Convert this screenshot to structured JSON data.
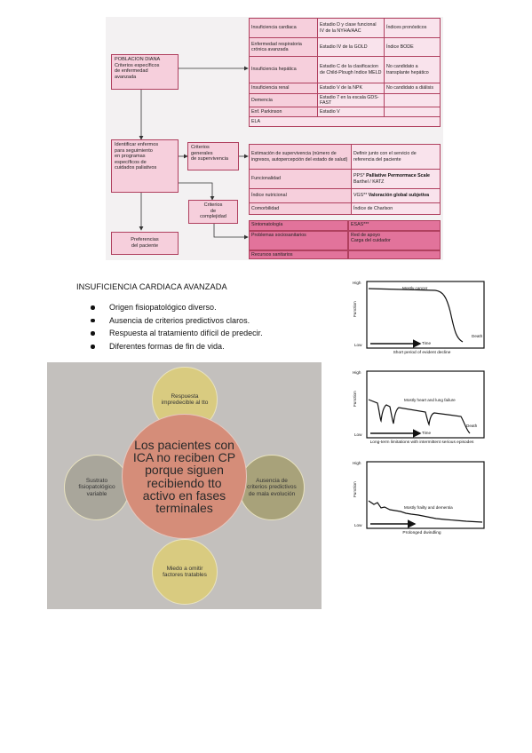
{
  "flowchart": {
    "poblacion": "POBLACION DIANA\nCriterios específicos\nde enfermedad\navanzada",
    "identificar": "Identificar enfermos\npara seguimiento\nen programas\nespecíficos de\ncuidados paliativos",
    "generales": "Criterios\ngenerales\nde supervivencia",
    "complejidad": "Criterios\nde\ncomplejidad",
    "preferencias": "Preferencias\ndel paciente",
    "disease_rows": [
      {
        "c1": "Insuficiencia cardiaca",
        "c2": "Estadio D y clase funcional IV de la NYHA/AAC",
        "c3": "Índices pronósticos"
      },
      {
        "c1": "Enfermedad respiratoria crónica avanzada",
        "c2": "Estadio IV de la GOLD",
        "c3": "Índice BODE"
      },
      {
        "c1": "Insuficiencia hepática",
        "c2": "Estadio C de la clasificacion de Child-Plough Indice MELD",
        "c3": "No candidato a transplante hepático"
      },
      {
        "c1": "Insuficiencia renal",
        "c2": "Estadio V de la NPK",
        "c3": "No candidato a diálisis"
      },
      {
        "c1": "Demencia",
        "c2": "Estadio 7 en la escala GDS-FAST",
        "c3": ""
      },
      {
        "c1": "Enf. Parkinson",
        "c2": "Estadio V",
        "c3": ""
      },
      {
        "c1": "ELA",
        "c2": "",
        "c3": ""
      }
    ],
    "survival_rows": [
      {
        "c1": "Estimación de supervivencia (número de ingresos, autopercepción del estado de salud)",
        "c2": "Definir junto con el servicio de referencia del paciente"
      },
      {
        "c1": "Funcionalidad",
        "c2": "PPS*",
        "c2b": "Palliative Permormace Scale",
        "c2c": "Barthel / KATZ"
      },
      {
        "c1": "Índice nutricional",
        "c2": "VGS**",
        "c2b": "Valoración global subjetiva"
      },
      {
        "c1": "Comorbilidad",
        "c2": "Índice de Charlson"
      }
    ],
    "complex_rows": [
      {
        "c1": "Sintomatología",
        "c2": "ESAS***"
      },
      {
        "c1": "Problemas sociosanitarios",
        "c2": "Red de apoyo\nCarga del cuidador"
      },
      {
        "c1": "Recursos sanitarios",
        "c2": ""
      }
    ]
  },
  "heading": "INSUFICIENCIA CARDIACA AVANZADA",
  "bullets": [
    "Origen fisiopatológico diverso.",
    "Ausencia de criterios predictivos claros.",
    "Respuesta al tratamiento difícil de predecir.",
    "Diferentes formas de fin de vida."
  ],
  "circles": {
    "center": "Los pacientes con ICA no reciben CP porque siguen recibiendo tto activo en fases terminales",
    "top": "Respuesta impredecible al tto",
    "right": "Ausencia de criterios predictivos de mala evolución",
    "bottom": "Miedo a omitir factores tratables",
    "left": "Sustrato fisiopatológico variable"
  },
  "trajectories": [
    {
      "label": "Mostly cancer",
      "caption": "Short period of evident decline",
      "high": "High",
      "low": "Low",
      "axis": "Function",
      "time": "Time",
      "death": "Death"
    },
    {
      "label": "Mostly heart and lung failure",
      "caption": "Long-term limitations with intermittent serious episodes",
      "high": "High",
      "low": "Low",
      "axis": "Function",
      "time": "Time",
      "death": "Death"
    },
    {
      "label": "Mostly frailty and dementia",
      "caption": "Prolonged dwindling",
      "high": "High",
      "low": "Low",
      "axis": "Function",
      "time": "",
      "death": ""
    }
  ],
  "colors": {
    "box_fill": "#f6cfdc",
    "box_border": "#b0405f",
    "bar_fill": "#e2739b",
    "circle_big": "#d58d79",
    "circle_small": "#d9cb80"
  }
}
